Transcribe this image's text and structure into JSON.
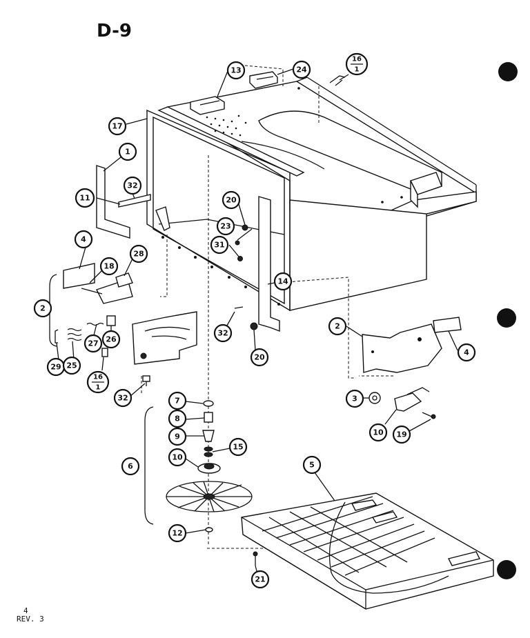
{
  "page": {
    "title": "D-9",
    "page_number": "4",
    "revision": "REV. 3"
  },
  "callouts": [
    {
      "id": "13",
      "label": "13"
    },
    {
      "id": "24",
      "label": "24"
    },
    {
      "id": "16a",
      "label": "16",
      "sub": "1"
    },
    {
      "id": "17",
      "label": "17"
    },
    {
      "id": "1",
      "label": "1"
    },
    {
      "id": "32a",
      "label": "32"
    },
    {
      "id": "11",
      "label": "11"
    },
    {
      "id": "20a",
      "label": "20"
    },
    {
      "id": "23",
      "label": "23"
    },
    {
      "id": "31",
      "label": "31"
    },
    {
      "id": "4a",
      "label": "4"
    },
    {
      "id": "18a",
      "label": "18"
    },
    {
      "id": "28",
      "label": "28"
    },
    {
      "id": "14",
      "label": "14"
    },
    {
      "id": "2a",
      "label": "2"
    },
    {
      "id": "32b",
      "label": "32"
    },
    {
      "id": "20b",
      "label": "20"
    },
    {
      "id": "27",
      "label": "27"
    },
    {
      "id": "26",
      "label": "26"
    },
    {
      "id": "29",
      "label": "29"
    },
    {
      "id": "25",
      "label": "25"
    },
    {
      "id": "16b",
      "label": "16",
      "sub": "1"
    },
    {
      "id": "32c",
      "label": "32"
    },
    {
      "id": "2b",
      "label": "2"
    },
    {
      "id": "4b",
      "label": "4"
    },
    {
      "id": "3",
      "label": "3"
    },
    {
      "id": "10b",
      "label": "10"
    },
    {
      "id": "19",
      "label": "19"
    },
    {
      "id": "7",
      "label": "7"
    },
    {
      "id": "8",
      "label": "8"
    },
    {
      "id": "9",
      "label": "9"
    },
    {
      "id": "15",
      "label": "15"
    },
    {
      "id": "6",
      "label": "6"
    },
    {
      "id": "10a",
      "label": "10"
    },
    {
      "id": "5",
      "label": "5"
    },
    {
      "id": "12",
      "label": "12"
    },
    {
      "id": "21",
      "label": "21"
    }
  ],
  "colors": {
    "ink": "#111111",
    "paper": "#ffffff"
  }
}
